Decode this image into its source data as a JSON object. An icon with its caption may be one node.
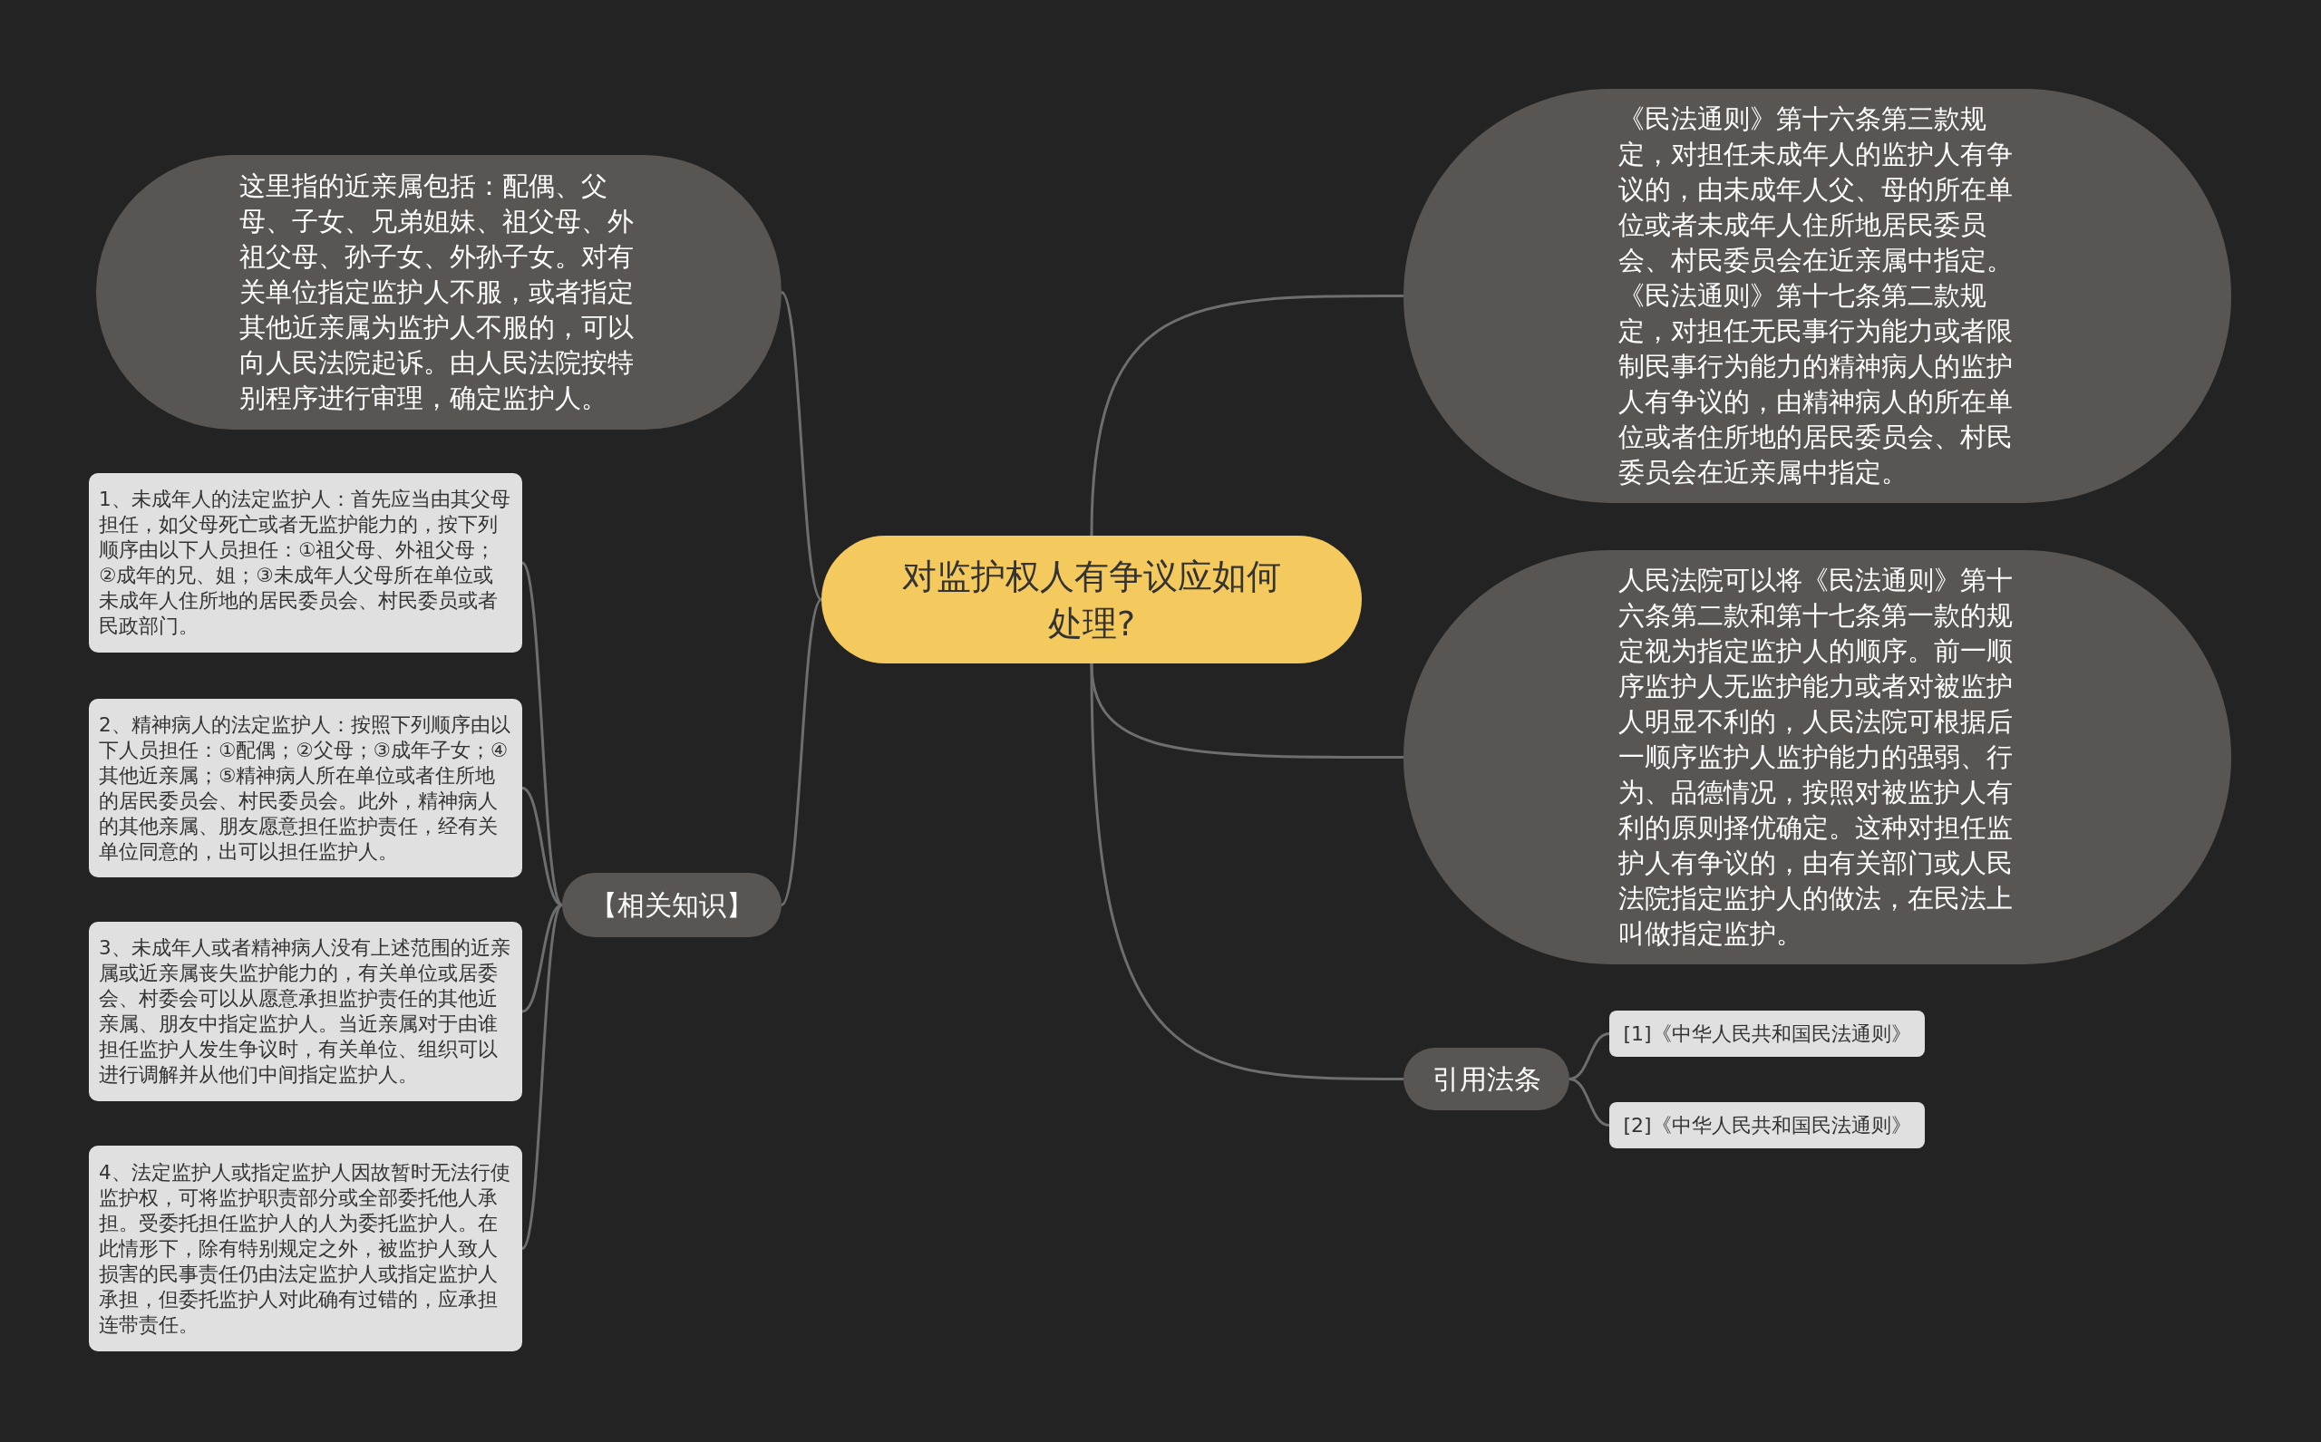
{
  "diagram": {
    "nodes": [
      {
        "text": [
          "对监护权人有争议应如何处理?"
        ]
      },
      {
        "text": [
          "这里指的近亲属包括：配偶、父母、子女、兄弟姐妹、祖父母、外祖父母、孙子女、外孙子女。对有关单位指定监护人不服，或者指定其他近亲属为监护人不服的，可以向人民法院起诉。由人民法院按特别程序进行审理，确定监护人。"
        ]
      },
      {
        "text": [
          "《民法通则》第十六条第三款规定，对担任未成年人的监护人有争议的，由未成年人父、母的所在单位或者未成年人住所地居民委员会、村民委员会在近亲属中指定。《民法通则》第十七条第二款规定，对担任无民事行为能力或者限制民事行为能力的精神病人的监护人有争议的，由精神病人的所在单位或者住所地的居民委员会、村民委员会在近亲属中指定。"
        ]
      },
      {
        "text": [
          "人民法院可以将《民法通则》第十六条第二款和第十七条第一款的规定视为指定监护人的顺序。前一顺序监护人无监护能力或者对被监护人明显不利的，人民法院可根据后一顺序监护人监护能力的强弱、行为、品德情况，按照对被监护人有利的原则择优确定。这种对担任监护人有争议的，由有关部门或人民法院指定监护人的做法，在民法上叫做指定监护。"
        ]
      },
      {
        "text": [
          "【相关知识】"
        ]
      },
      {
        "text": [
          "1、未成年人的法定监护人：首先应当由其父母担任，如父母死亡或者无监护能力的，按下列顺序由以下人员担任：①祖父母、外祖父母；②成年的兄、姐；③未成年人父母所在单位或未成年人住所地的居民委员会、村民委员或者民政部门。"
        ]
      },
      {
        "text": [
          "2、精神病人的法定监护人：按照下列顺序由以下人员担任：①配偶；②父母；③成年子女；④其他近亲属；⑤精神病人所在单位或者住所地的居民委员会、村民委员会。此外，精神病人的其他亲属、朋友愿意担任监护责任，经有关单位同意的，出可以担任监护人。"
        ]
      },
      {
        "text": [
          "3、未成年人或者精神病人没有上述范围的近亲属或近亲属丧失监护能力的，有关单位或居委会、村委会可以从愿意承担监护责任的其他近亲属、朋友中指定监护人。当近亲属对于由谁担任监护人发生争议时，有关单位、组织可以进行调解并从他们中间指定监护人。"
        ]
      },
      {
        "text": [
          "4、法定监护人或指定监护人因故暂时无法行使监护权，可将监护职责部分或全部委托他人承担。受委托担任监护人的人为委托监护人。在此情形下，除有特别规定之外，被监护人致人损害的民事责任仍由法定监护人或指定监护人承担，但委托监护人对此确有过错的，应承担连带责任。"
        ]
      },
      {
        "text": [
          "引用法条"
        ]
      },
      {
        "text": [
          "[1]《中华人民共和国民法通则》"
        ]
      },
      {
        "text": [
          "[2]《中华人民共和国民法通则》"
        ]
      }
    ],
    "edges": [
      {
        "from": 0,
        "to": 1,
        "arrow": "none"
      },
      {
        "from": 0,
        "to": 2,
        "arrow": "none"
      },
      {
        "from": 0,
        "to": 3,
        "arrow": "none"
      },
      {
        "from": 0,
        "to": 4,
        "arrow": "none"
      },
      {
        "from": 0,
        "to": 9,
        "arrow": "none"
      },
      {
        "from": 4,
        "to": 5,
        "arrow": "none"
      },
      {
        "from": 4,
        "to": 6,
        "arrow": "none"
      },
      {
        "from": 4,
        "to": 7,
        "arrow": "none"
      },
      {
        "from": 4,
        "to": 8,
        "arrow": "none"
      },
      {
        "from": 9,
        "to": 10,
        "arrow": "none"
      },
      {
        "from": 9,
        "to": 11,
        "arrow": "none"
      }
    ]
  }
}
